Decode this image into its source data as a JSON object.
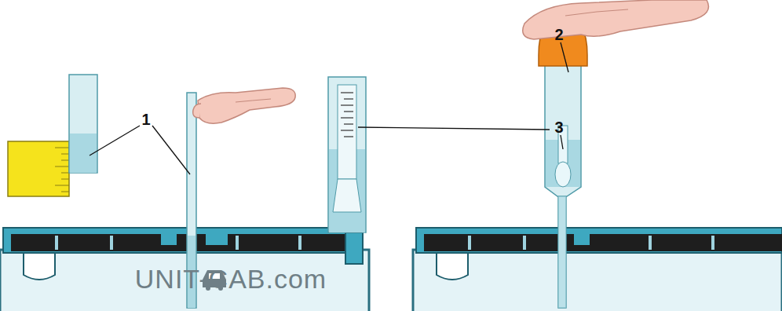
{
  "diagram": {
    "labels": [
      "1",
      "2",
      "3",
      "UNIT-CAB.com"
    ]
  }
}
